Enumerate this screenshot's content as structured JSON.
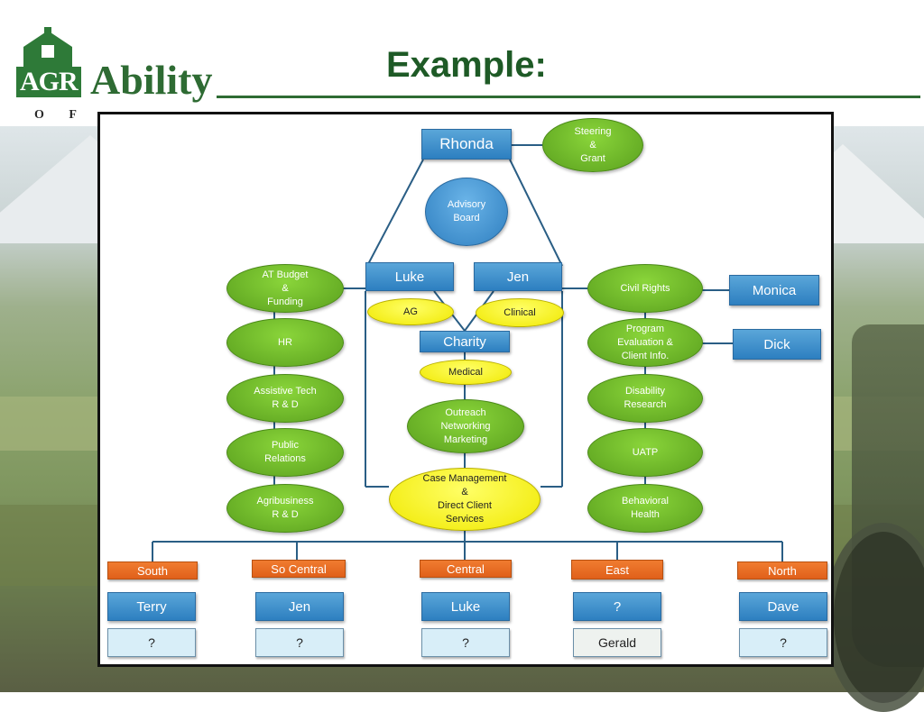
{
  "header": {
    "logo_agr": "AGR",
    "logo_ability": "Ability",
    "logo_sub": "O F",
    "title": "Example:"
  },
  "diagram": {
    "top": {
      "rhonda": "Rhonda",
      "steering": "Steering\n&\nGrant",
      "advisory": "Advisory\nBoard"
    },
    "center": {
      "luke": "Luke",
      "jen": "Jen",
      "ag": "AG",
      "clinical": "Clinical",
      "charity": "Charity",
      "medical": "Medical",
      "outreach": "Outreach\nNetworking\nMarketing",
      "case_management": "Case Management\n&\nDirect Client\nServices"
    },
    "left": [
      "AT Budget\n&\nFunding",
      "HR",
      "Assistive Tech\nR & D",
      "Public\nRelations",
      "Agribusiness\nR & D"
    ],
    "right": [
      "Civil Rights",
      "Program\nEvaluation &\nClient Info.",
      "Disability\nResearch",
      "UATP",
      "Behavioral\nHealth"
    ],
    "right_people": {
      "monica": "Monica",
      "dick": "Dick"
    },
    "regions": [
      {
        "region": "South",
        "lead": "Terry",
        "other": "?"
      },
      {
        "region": "So Central",
        "lead": "Jen",
        "other": "?"
      },
      {
        "region": "Central",
        "lead": "Luke",
        "other": "?"
      },
      {
        "region": "East",
        "lead": "?",
        "other": "Gerald"
      },
      {
        "region": "North",
        "lead": "Dave",
        "other": "?"
      }
    ]
  },
  "colors": {
    "brand_green": "#2e6b33",
    "box_blue": "#2d7fc0",
    "oval_green": "#5aa01e",
    "oval_yellow": "#f0e800",
    "region_orange": "#e0601a",
    "line_blue": "#2a5e85"
  }
}
